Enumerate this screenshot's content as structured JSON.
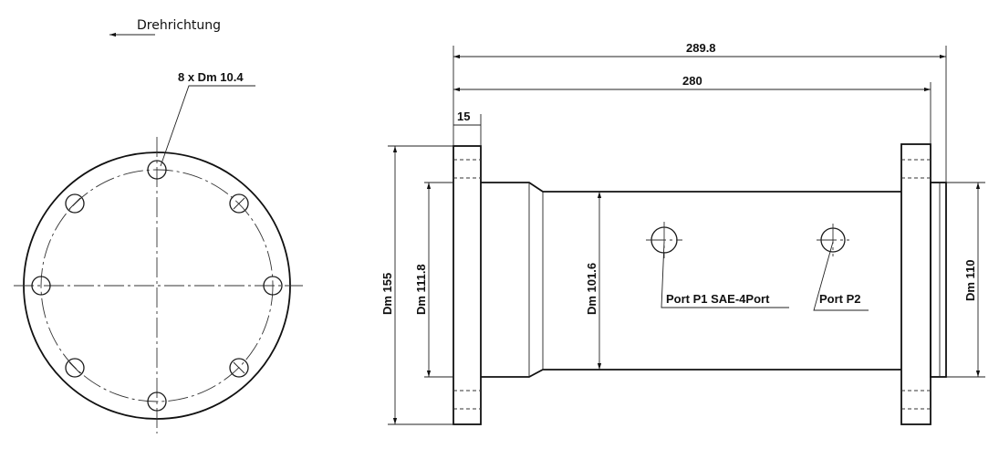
{
  "front_view": {
    "rotation_label": "Drehrichtung",
    "hole_callout": "8 x Dm 10.4"
  },
  "side_view": {
    "overall_length": "289.8",
    "flange_to_flange": "280",
    "flange_width": "15",
    "flange_diameter": "Dm 155",
    "collar_diameter": "Dm 111.8",
    "body_diameter": "Dm 101.6",
    "shaft_diameter": "Dm 110",
    "port_p1": "Port P1 SAE-4Port",
    "port_p2": "Port P2"
  }
}
